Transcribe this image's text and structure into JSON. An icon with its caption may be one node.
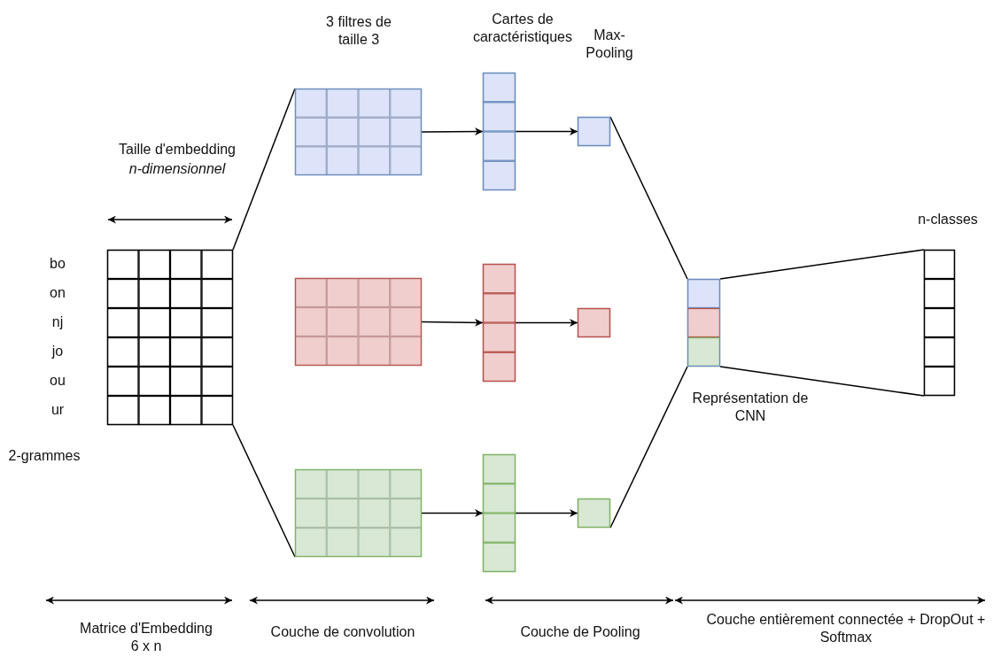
{
  "diagram": {
    "nodes": [
      {
        "text": [],
        "shape": "grid"
      },
      {
        "text": [],
        "shape": "grid"
      },
      {
        "text": [],
        "shape": "grid"
      },
      {
        "text": [],
        "shape": "grid"
      },
      {
        "text": [],
        "shape": "bar"
      },
      {
        "text": [],
        "shape": "bar"
      },
      {
        "text": [],
        "shape": "bar"
      },
      {
        "text": [],
        "shape": "box"
      },
      {
        "text": [],
        "shape": "box"
      },
      {
        "text": [],
        "shape": "box"
      },
      {
        "text": [],
        "shape": "bar",
        "beside": [
          "Représentation de CNN"
        ]
      },
      {
        "text": [],
        "shape": "bar",
        "beside": [
          "n-classes"
        ]
      }
    ],
    "edges": [
      {
        "from": 0,
        "to": 1,
        "arrow": "none"
      },
      {
        "from": 0,
        "to": 3,
        "arrow": "none"
      },
      {
        "from": 1,
        "to": 4,
        "arrow": "to"
      },
      {
        "from": 2,
        "to": 5,
        "arrow": "to"
      },
      {
        "from": 3,
        "to": 6,
        "arrow": "to"
      },
      {
        "from": 4,
        "to": 7,
        "arrow": "to"
      },
      {
        "from": 5,
        "to": 8,
        "arrow": "to"
      },
      {
        "from": 6,
        "to": 9,
        "arrow": "to"
      },
      {
        "from": 7,
        "to": 10,
        "arrow": "none"
      },
      {
        "from": 9,
        "to": 10,
        "arrow": "none"
      },
      {
        "from": 10,
        "to": 11,
        "arrow": "none"
      },
      {
        "from": 10,
        "to": 11,
        "arrow": "none"
      }
    ],
    "labels": [
      "3 filtres de taille 3",
      "Cartes de caractéristiques",
      "Max-Pooling",
      "Taille d'embedding *n-dimensionnel*",
      "bo",
      "on",
      "nj",
      "jo",
      "ou",
      "ur",
      "2-grammes",
      "Matrice d'Embedding 6 x n",
      "Couche de convolution",
      "Couche de Pooling",
      "Couche entièrement connectée + DropOut + Softmax"
    ]
  }
}
